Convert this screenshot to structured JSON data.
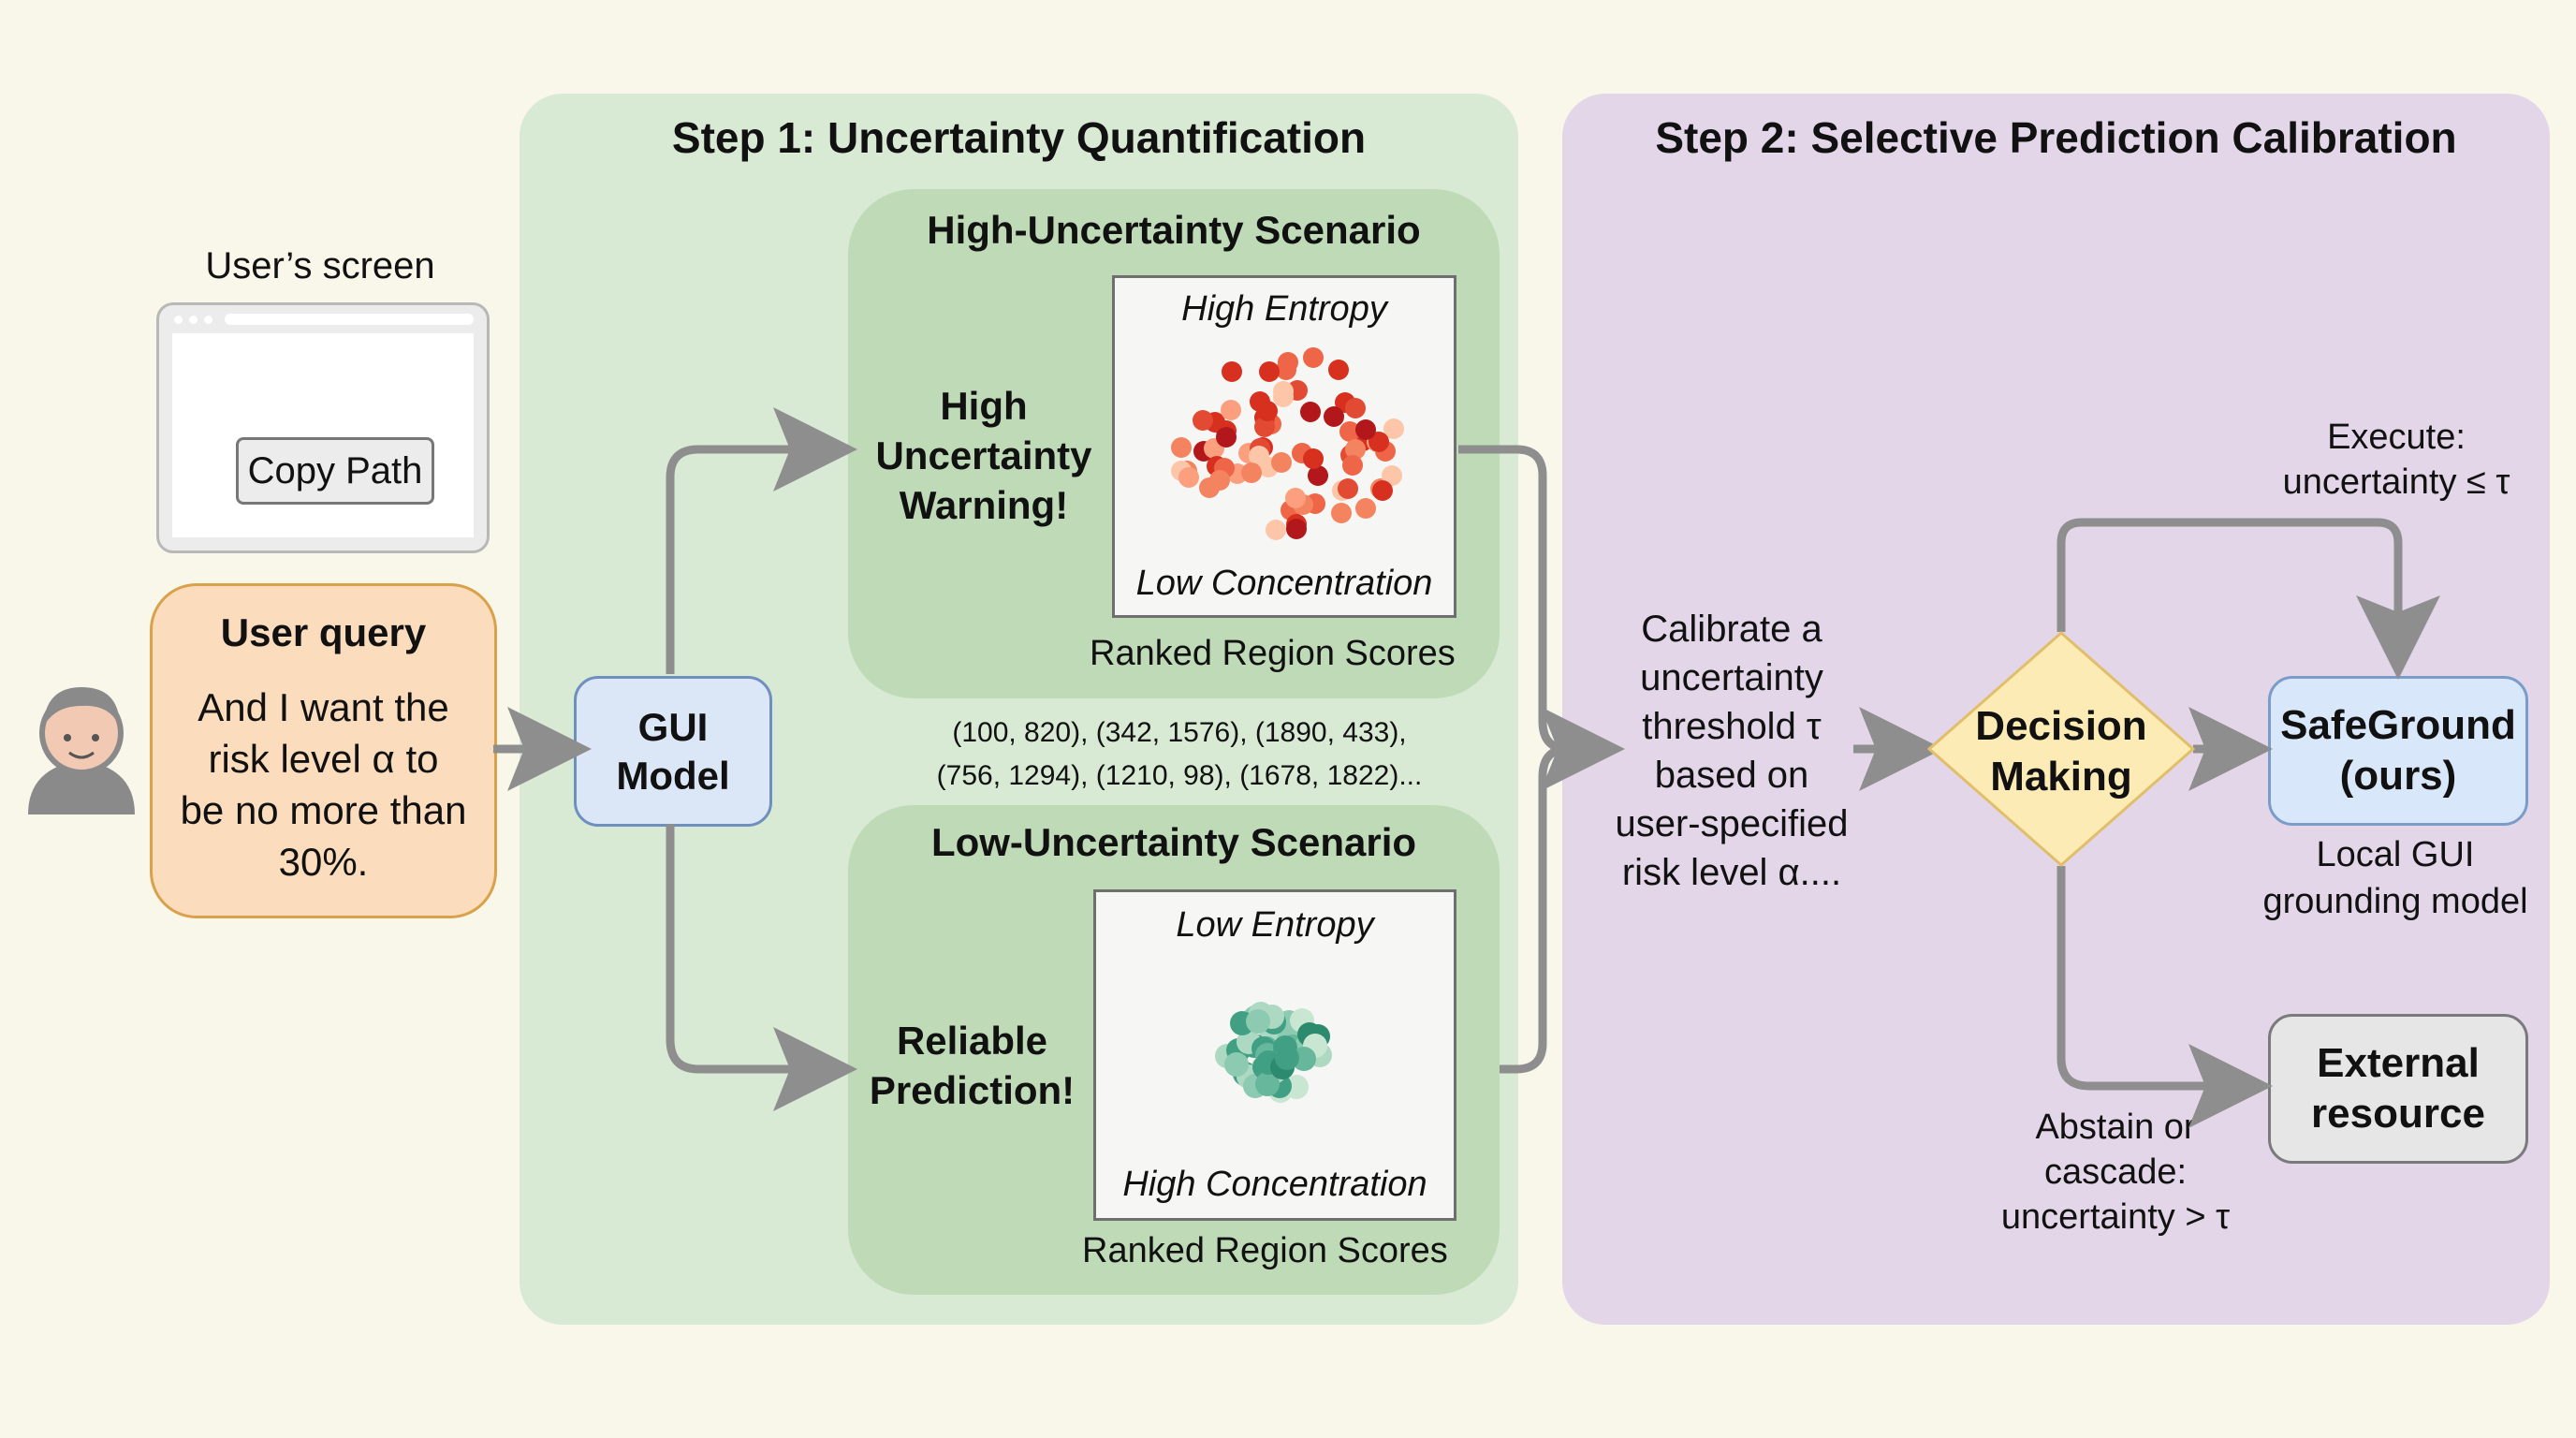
{
  "step1": {
    "title": "Step 1: Uncertainty Quantification",
    "high_scenario": {
      "title": "High-Uncertainty Scenario",
      "warning_lines": [
        "High",
        "Uncertainty",
        "Warning!"
      ],
      "plot_top_label": "High Entropy",
      "plot_bottom_label": "Low Concentration",
      "caption": "Ranked Region Scores",
      "dot_palette": [
        "#b2181b",
        "#d7301f",
        "#e34a33",
        "#ef6548",
        "#f4845f",
        "#fc9f7e",
        "#fdc6a8"
      ]
    },
    "coordinates": {
      "line1": "(100, 820), (342, 1576), (1890, 433),",
      "line2": "(756, 1294), (1210, 98), (1678, 1822)..."
    },
    "low_scenario": {
      "title": "Low-Uncertainty Scenario",
      "message_lines": [
        "Reliable",
        "Prediction!"
      ],
      "plot_top_label": "Low Entropy",
      "plot_bottom_label": "High Concentration",
      "caption": "Ranked Region Scores",
      "dot_palette": [
        "#2c8a6f",
        "#41a084",
        "#66b79c",
        "#8ccab1",
        "#add9c3",
        "#c9e6d3"
      ]
    },
    "gui_model": {
      "line1": "GUI",
      "line2": "Model"
    }
  },
  "left": {
    "screen_label": "User’s screen",
    "screen_button": "Copy Path",
    "user_query_title": "User query",
    "user_query_lines": [
      "And I want the",
      "risk level α to",
      "be no more than",
      "30%."
    ]
  },
  "step2": {
    "title": "Step 2: Selective Prediction Calibration",
    "calibrate_lines": [
      "Calibrate a",
      "uncertainty",
      "threshold τ",
      "based on",
      "user-specified",
      "risk level α...."
    ],
    "decision": {
      "line1": "Decision",
      "line2": "Making"
    },
    "execute": {
      "line1": "Execute:",
      "line2": "uncertainty ≤ τ"
    },
    "safeground": {
      "line1": "SafeGround",
      "line2": "(ours)"
    },
    "safeground_sub": {
      "line1": "Local GUI",
      "line2": "grounding model"
    },
    "external": {
      "line1": "External",
      "line2": "resource"
    },
    "abstain": {
      "line1": "Abstain or",
      "line2": "cascade:",
      "line3": "uncertainty > τ"
    }
  },
  "colors": {
    "step1_bg": "#d8e9d4",
    "step2_bg": "#e3d6e8",
    "arrow": "#8e8e8e",
    "decision_fill": "#fcebb4",
    "decision_stroke": "#e0be6a"
  }
}
